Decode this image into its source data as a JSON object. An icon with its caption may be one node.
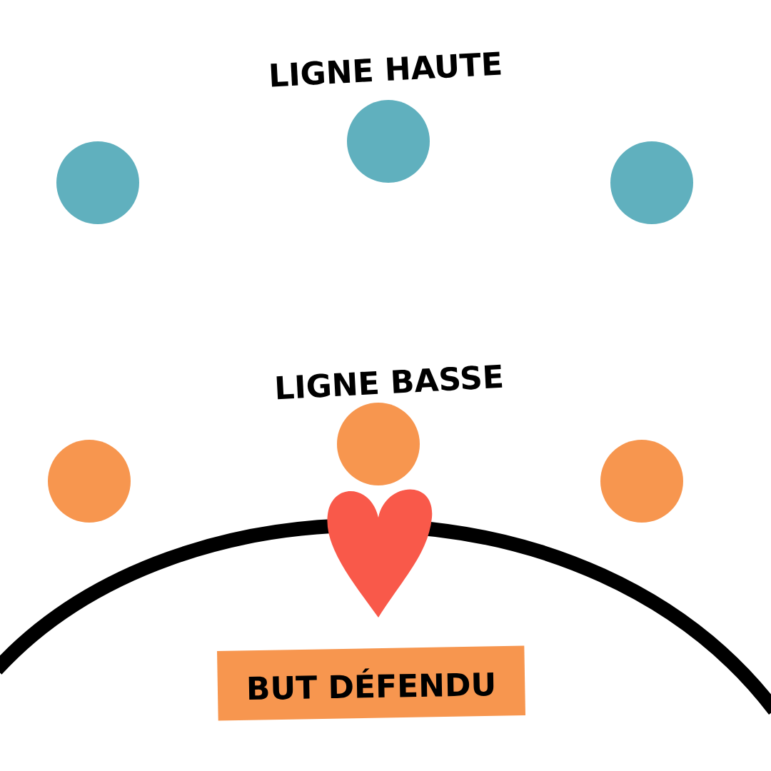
{
  "diagram": {
    "nodes": [
      {
        "text": [],
        "shape": "circle"
      },
      {
        "text": [],
        "shape": "circle"
      },
      {
        "text": [],
        "shape": "circle"
      },
      {
        "text": [],
        "shape": "circle"
      },
      {
        "text": [],
        "shape": "circle"
      },
      {
        "text": [],
        "shape": "circle"
      },
      {
        "text": [],
        "shape": "heart"
      },
      {
        "text": [
          "BUT DÉFENDU"
        ]
      }
    ],
    "labels": [
      "LIGNE HAUTE",
      "LIGNE BASSE"
    ]
  }
}
